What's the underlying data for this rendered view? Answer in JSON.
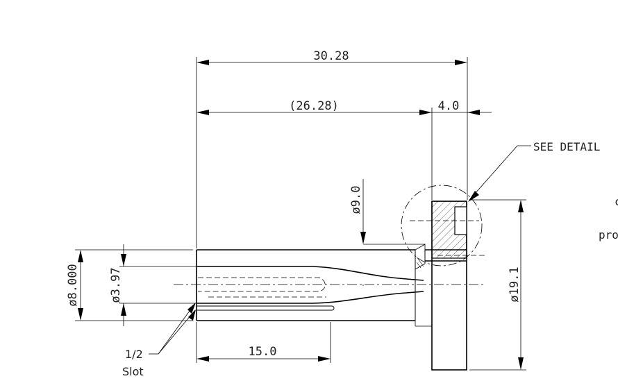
{
  "dimensions": {
    "overall_length": "30.28",
    "body_length": "(26.28)",
    "flange_thickness": "4.0",
    "port_diameter": "ø9.0",
    "outer_diameter": "ø8.000",
    "bore_diameter": "ø3.97",
    "flange_diameter": "ø19.1",
    "slot_length": "15.0"
  },
  "notes": {
    "see_detail": "SEE DETAIL",
    "slot_fraction": "1/2",
    "slot_label": "Slot",
    "cut_off_text_1": "c",
    "cut_off_text_2": "pro"
  }
}
